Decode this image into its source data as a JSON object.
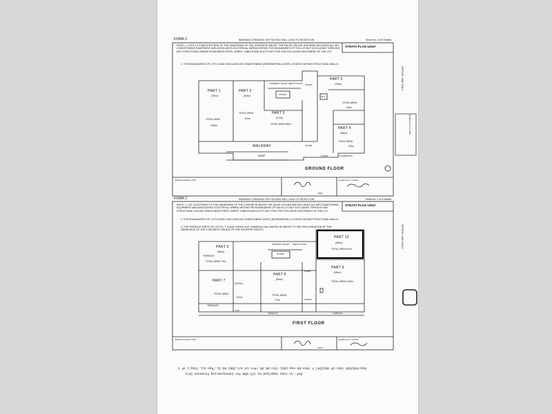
{
  "plan_title": "STRATA PLAN 12947",
  "ground": {
    "form": "FORM 2",
    "header": "WARNING CREASING OR FOLDING WILL LEAD TO REJECTION",
    "sheet": "Sheet No. 3 of 5 Sheets",
    "note1": "NOTE: 1. LOTS 1,2,3 AND 5 EXTEND TO THE UNDERSIDE OF THE CONCRETE ABOVE. THE FALSE CEILING HAS BEEN INCLUDED ALL AIR CONDITIONING EQUIPMENT AND ASSOCIATED ELECTRICAL WIRING WITHIN THE BOUNDARIES OF THE LOT BUT EXCLUDING THROUGH ANY STRUCTURAL BEAMS FROM BEING PIPES, WIRES, CABLES AND DUCTS NOT FOR THE EXCLUSIVE ENJOYMENT OF THE LOT.",
    "note2": "2. THE BOUNDARIES OF LOTS 3 AND 5 INCLUDE AIR CONDITIONING (INCREMENTAL) UNITS LOCATED WITHIN STRUCTURAL WALLS.",
    "floor": "GROUND FLOOR",
    "reduction": "Reduction Ratio 1:100",
    "lengths": "Lengths are in metres",
    "reg": "74/93",
    "rooms": {
      "p1": "PART 1",
      "p1a": "(70m²)",
      "p1t": "TOTAL AREA",
      "p1v": "108m²",
      "p2": "PART 2",
      "p2a": "(63m²)",
      "p2t": "TOTAL AREA",
      "p2v": "61m²",
      "p3": "PART 3",
      "p3a": "(47m²)",
      "p3t": "TOTAL AREA 65m²",
      "p4": "PART 4",
      "p4a": "(36m²)",
      "p4t": "TOTAL AREA",
      "p4v": "32m²",
      "p5": "PART 5",
      "p5a": "(75m²)",
      "p5t": "TOTAL AREA",
      "p5v": "93m²",
      "womens": "WOMEN'S TOILET",
      "mens": "MEN'S TOILET",
      "stairs": "STAIRS",
      "lift": "LIFT",
      "walkway": "WALKWAY",
      "ramp": "RAMP",
      "flower": "FLOWER BOX"
    }
  },
  "first": {
    "form": "FORM 2",
    "header": "WARNING CREASING OR FOLDING WILL LEAD TO REJECTION",
    "sheet": "Sheet No. 4 of 5 Sheets",
    "note1": "NOTE: 1. LOT 10 EXTENDS TO THE UNDERSIDE OF THE CONCRETE ABOVE THE FALSE CEILING AND INCLUDES ALL AIR CONDITIONING EQUIPMENT AND ASSOCIATED ELECTRICAL WIRING WITHIN THE BOUNDARIES OF EACH LOT BUT EXCLUDING THROUGH ANY STRUCTURAL CEILING SPACE BEING PIPES, WIRES, CABLES AND DUCTS NOT FOR THE EXCLUSIVE ENJOYMENT OF THE LOT.",
    "note2": "2. THE BOUNDARIES OF LOTS 6 AND 9 INCLUDE AIR CONDITIONING UNITS (INCREMENTAL) LOCATED WITHIN STRUCTURAL WALLS.",
    "note3": "3. THE TERRACE PARTS OF LOTS 6, 7, 8 AND 9 HAVE NOT COMMON 2.5m LIMITED IN HEIGHT TO THE PROLONGATION OF THE UNDERSIDE OF THE CONCRETE CEILING OF THE SHOPPER FACETS.",
    "floor": "FIRST FLOOR",
    "reduction": "Reduction Ratio 1:100",
    "lengths": "Lengths are in metres",
    "reg": "74/93",
    "rooms": {
      "p6": "PART 6",
      "p6a": "(65m²)",
      "p6terr": "TERRACE",
      "p6t": "TOTAL AREA 79m²",
      "p7": "PART 7",
      "p7a": "(110m²)",
      "p7t": "TOTAL AREA",
      "p7v": "131m²",
      "p7terr": "TERRACE",
      "p8": "PART 8",
      "p8a": "(60m²)",
      "p8t": "TOTAL AREA",
      "p8v": "77m²",
      "p9": "PART 9",
      "p9a": "(95m²)",
      "p9t": "TOTAL AREA 123m²",
      "p10": "PART 10",
      "p10a": "(45m²)",
      "p10t": "TOTAL AREA 67m²",
      "womens": "WOMEN'S TOILET",
      "mens": "MEN'S TOILET",
      "stairs": "STAIRS",
      "lobby": "LOBBY",
      "terrace": "TERRACE",
      "line": "LINE"
    }
  },
  "side": {
    "right_top": "Registered 14-5-1992",
    "office_use": "OFFICE USE ONLY"
  },
  "footer": {
    "line1": "Req:R462030 /Doc:SP 0012947 P /Rev:08-Aug-1992 /Sts:OK.OK /Prt:14-Jul-2002 08:32 /Pgs:ALL /Seq:2 of 3",
    "line2": "Ref: AA Copy Supplied by LPI NSW for Conveyancing Purposes Only"
  }
}
